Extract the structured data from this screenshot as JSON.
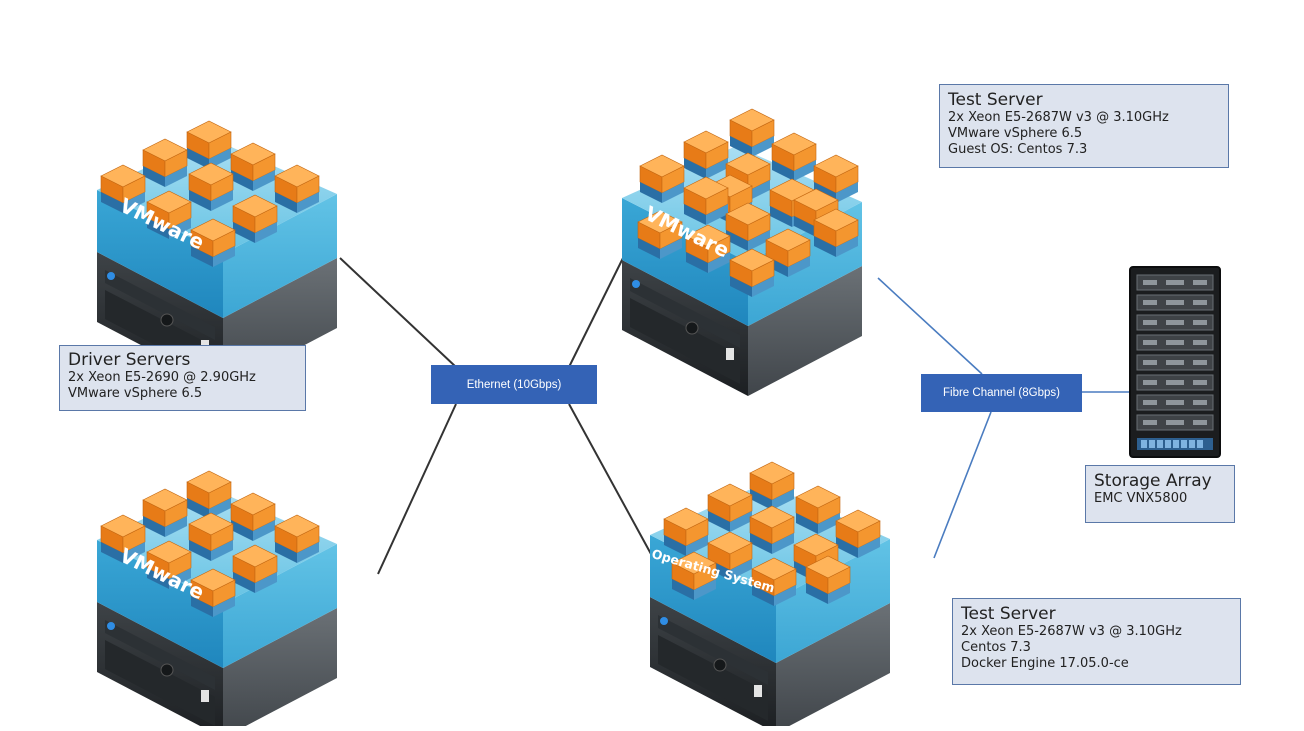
{
  "connections": {
    "ethernet": "Ethernet (10Gbps)",
    "fibre_channel": "Fibre Channel (8Gbps)"
  },
  "driver_servers": {
    "title": "Driver Servers",
    "lines": [
      "2x Xeon E5-2690 @ 2.90GHz",
      "VMware vSphere 6.5"
    ]
  },
  "test_server_vmware": {
    "title": "Test Server",
    "lines": [
      "2x Xeon E5-2687W v3 @ 3.10GHz",
      "VMware vSphere 6.5",
      "Guest OS: Centos 7.3"
    ]
  },
  "test_server_docker": {
    "title": "Test Server",
    "lines": [
      "2x Xeon E5-2687W v3 @ 3.10GHz",
      "Centos 7.3",
      "Docker Engine 17.05.0-ce"
    ]
  },
  "storage_array": {
    "title": "Storage Array",
    "lines": [
      "EMC VNX5800"
    ]
  },
  "platform_labels": {
    "vmware": "VMware",
    "operating_system": "Operating System"
  },
  "colors": {
    "ethernet_line": "#333333",
    "fibre_line": "#4a7cc0",
    "label_box": "#3463b6",
    "info_box_fill": "#dde3ee",
    "info_box_border": "#5a78a8",
    "platform_blue": "#4fb8dc",
    "vm_orange": "#f08a26"
  },
  "icons": [
    "server-chassis-icon",
    "virtual-machine-cube-icon",
    "storage-rack-icon"
  ]
}
